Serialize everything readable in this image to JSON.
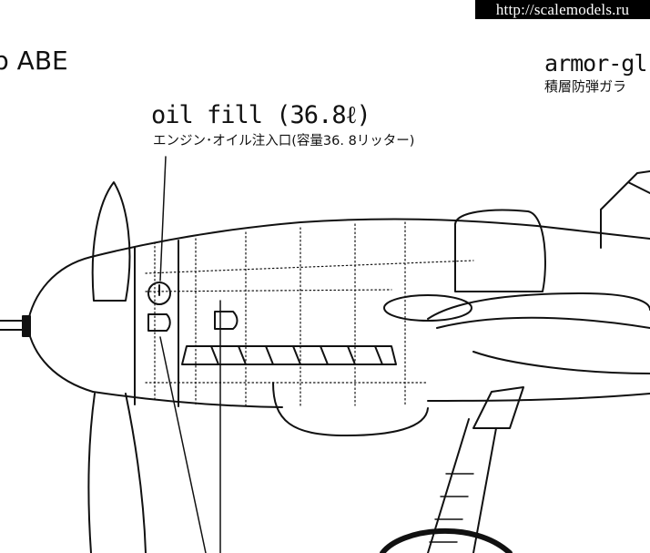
{
  "watermark": "http://scalemodels.ru",
  "header": {
    "top_left_text": "b ABE"
  },
  "callouts": {
    "oil_fill": {
      "label_en": "oil fill (36.8ℓ)",
      "label_jp": "エンジン･オイル注入口(容量36. 8リッター)"
    },
    "armor_glass": {
      "label_en": "armor-gl",
      "label_jp": "積層防弾ガラ"
    }
  },
  "colors": {
    "ink": "#111111",
    "paper": "#ffffff",
    "watermark_bg": "#000000",
    "watermark_fg": "#ffffff"
  }
}
